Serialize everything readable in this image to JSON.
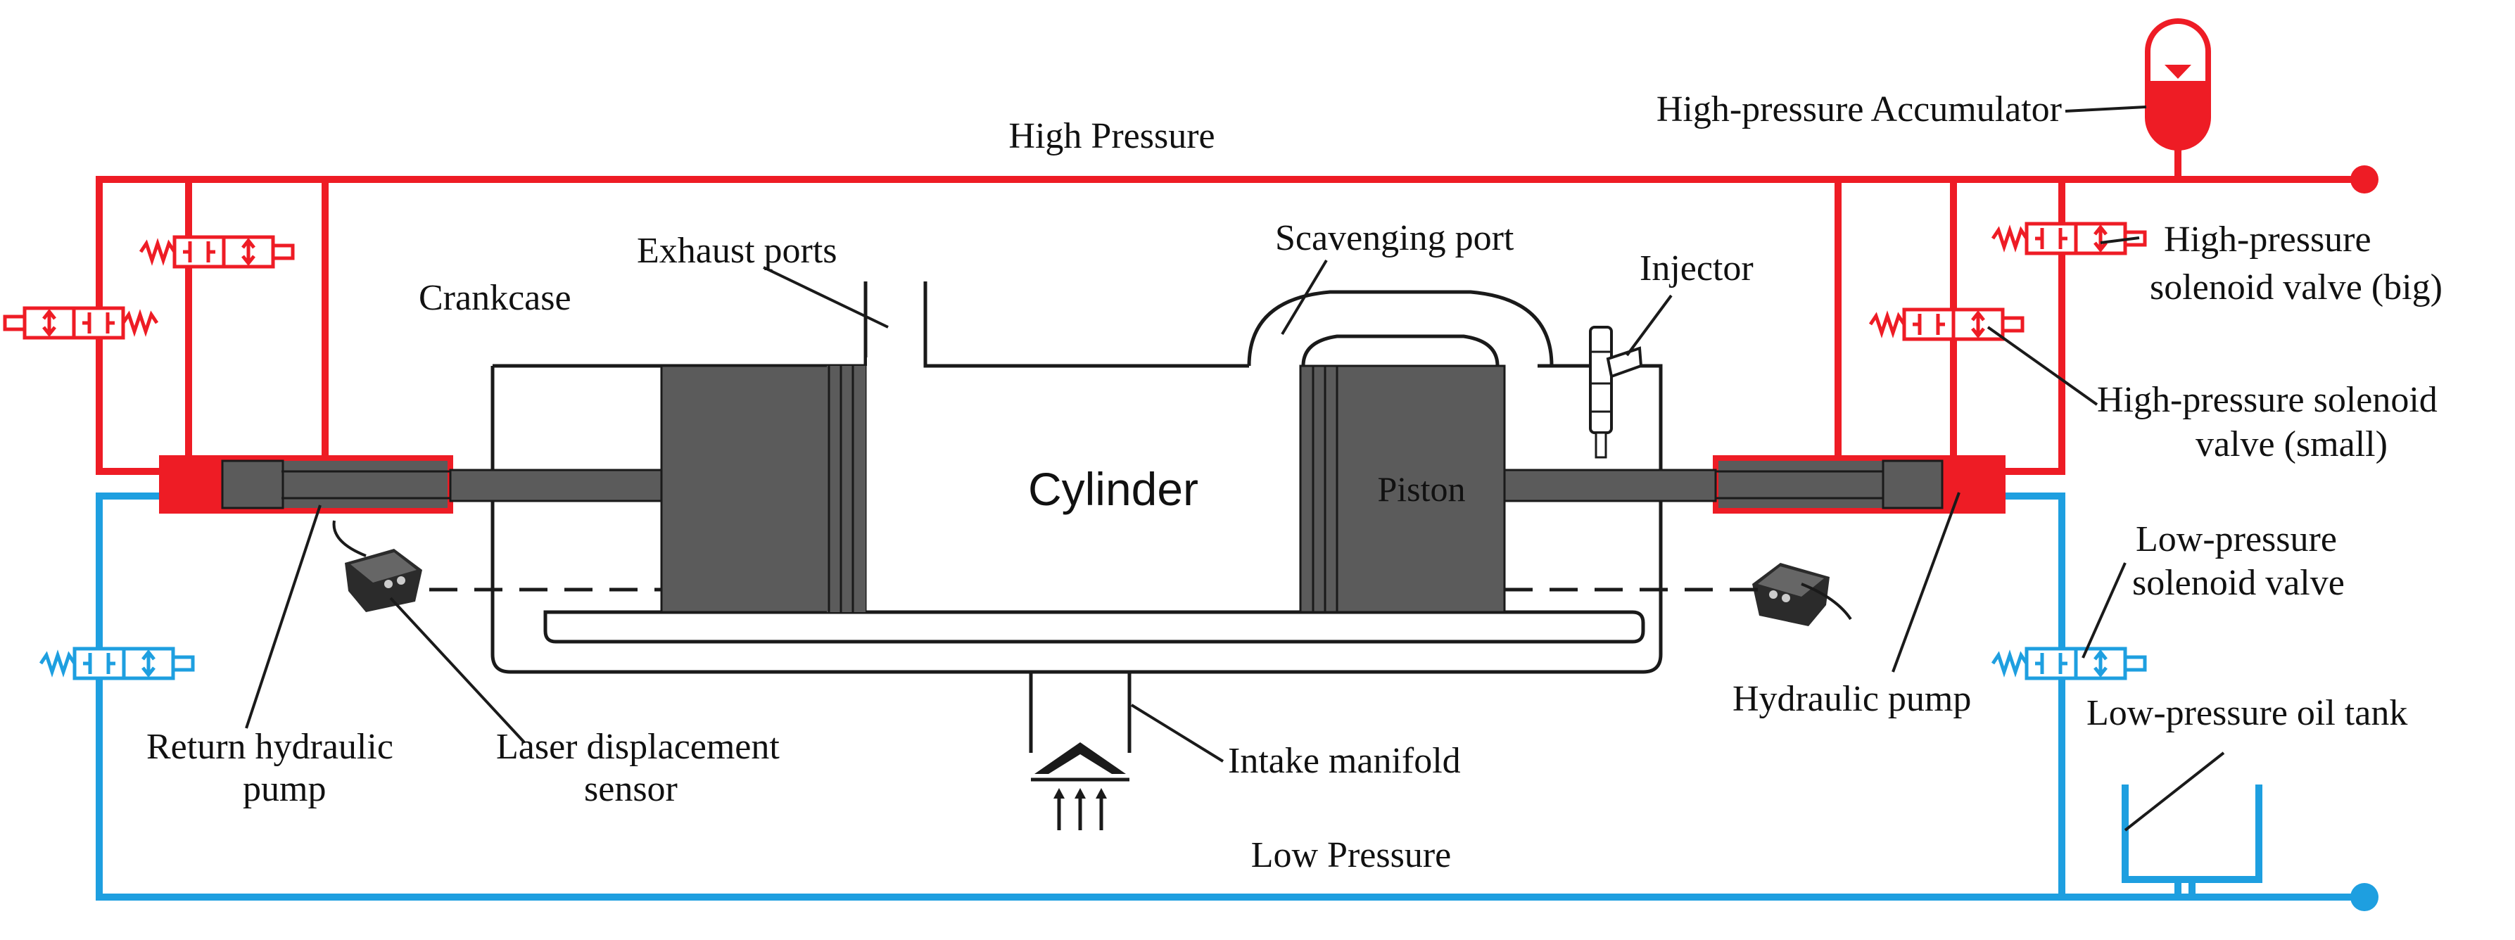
{
  "colors": {
    "high_pressure": "#ee1c25",
    "low_pressure": "#1e9fe0",
    "part_fill": "#5b5b5b",
    "outline": "#1a1a1a"
  },
  "labels": {
    "high_pressure_line": "High Pressure",
    "low_pressure_line": "Low Pressure",
    "accumulator": "High-pressure Accumulator",
    "exhaust_ports": "Exhaust ports",
    "scavenging_port": "Scavenging port",
    "injector": "Injector",
    "crankcase": "Crankcase",
    "cylinder": "Cylinder",
    "piston": "Piston",
    "hp_valve_big_line1": "High-pressure",
    "hp_valve_big_line2": "solenoid valve (big)",
    "hp_valve_small_line1": "High-pressure solenoid",
    "hp_valve_small_line2": "valve (small)",
    "lp_valve_line1": "Low-pressure",
    "lp_valve_line2": "solenoid valve",
    "hydraulic_pump": "Hydraulic pump",
    "oil_tank": "Low-pressure oil tank",
    "intake_manifold": "Intake manifold",
    "return_pump_line1": "Return hydraulic",
    "return_pump_line2": "pump",
    "laser_sensor_line1": "Laser displacement",
    "laser_sensor_line2": "sensor"
  }
}
